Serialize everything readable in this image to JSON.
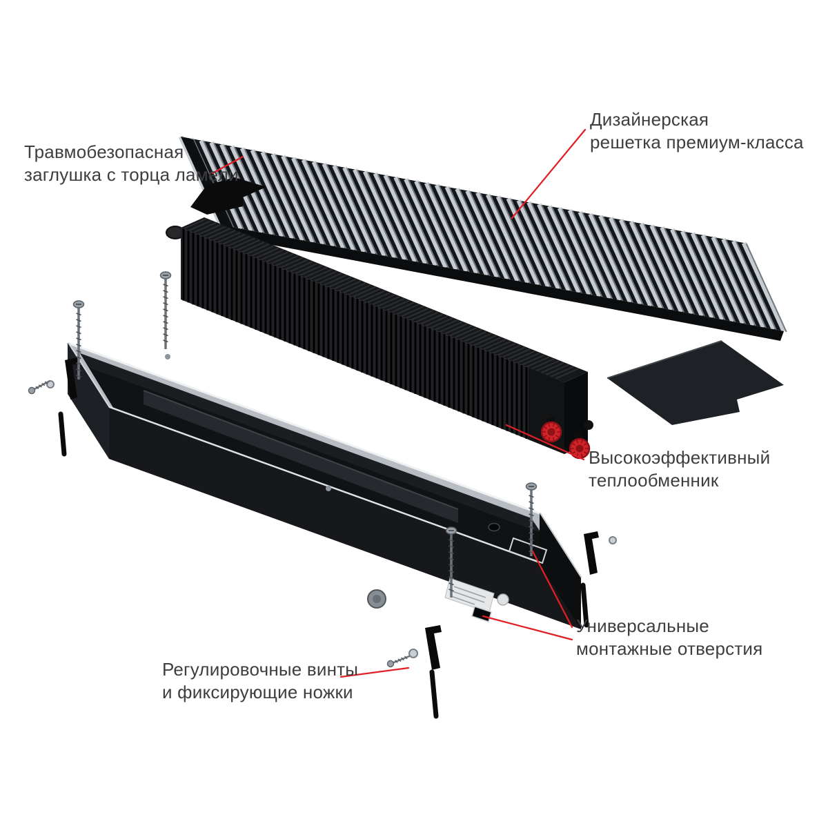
{
  "colors": {
    "callout": "#e01f26",
    "text": "#3e3e40",
    "silver": "#c6ccd2",
    "black_part": "#141518",
    "red_cap": "#d2232a"
  },
  "labels": {
    "end_cap": {
      "line1": "Травмобезопасная",
      "line2": "заглушка с торца ламели"
    },
    "grille": {
      "line1": "Дизайнерская",
      "line2": "решетка премиум-класса"
    },
    "heat_exchanger": {
      "line1": "Высокоэффективный",
      "line2": "теплообменник"
    },
    "mounting_holes": {
      "line1": "Универсальные",
      "line2": "монтажные отверстия"
    },
    "adjusting_feet": {
      "line1": "Регулировочные винты",
      "line2": "и фиксирующие ножки"
    }
  }
}
